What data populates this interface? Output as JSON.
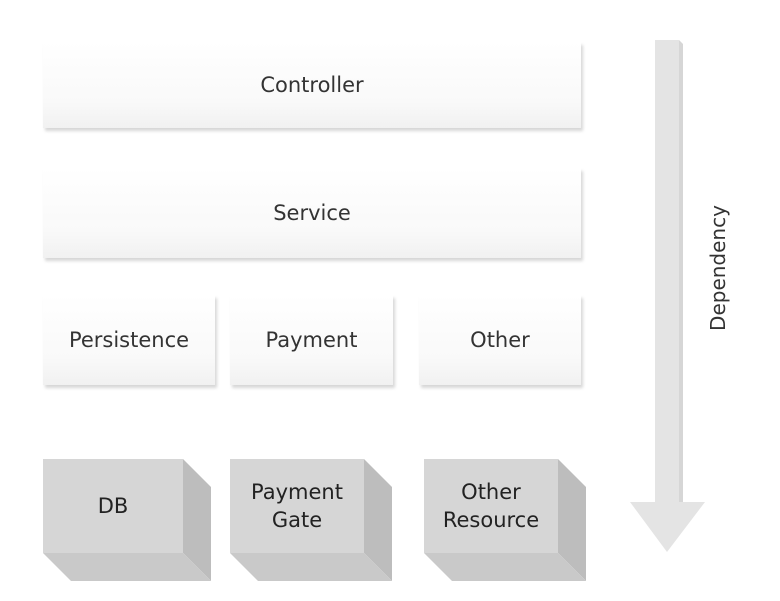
{
  "layers": {
    "controller": "Controller",
    "service": "Service",
    "persistence": "Persistence",
    "payment": "Payment",
    "other": "Other"
  },
  "resources": {
    "db": "DB",
    "payment_gate": "Payment\nGate",
    "other_resource": "Other\nResource"
  },
  "dependency_label": "Dependency",
  "colors": {
    "layer_fill": "#f7f7f7",
    "cube_front": "#d4d4d4",
    "cube_side": "#c4c4c4",
    "arrow": "#e6e6e6"
  }
}
